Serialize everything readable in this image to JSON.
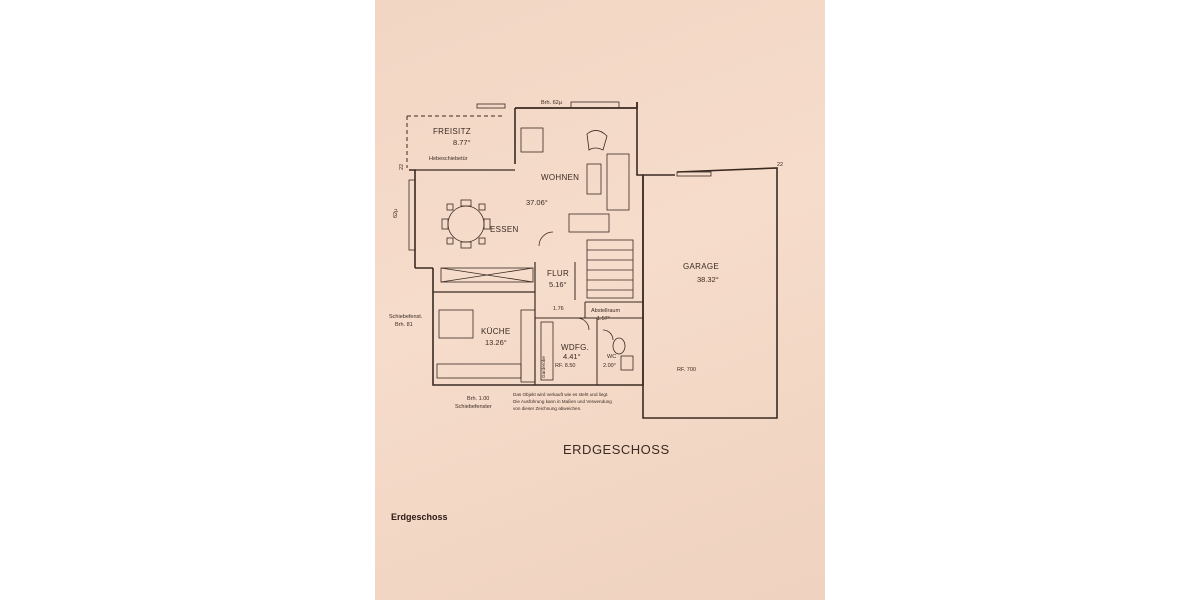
{
  "plan": {
    "heading_handwritten": "ERDGESCHOSS",
    "caption": "Erdgeschoss",
    "rooms": {
      "freisitz": {
        "name": "FREISITZ",
        "area": "8.77°"
      },
      "wohnen": {
        "name": "WOHNEN",
        "area": "37.06°"
      },
      "essen": {
        "name": "ESSEN"
      },
      "flur": {
        "name": "FLUR",
        "area": "5.16°"
      },
      "kueche": {
        "name": "KÜCHE",
        "area": "13.26°"
      },
      "abstellraum": {
        "name": "Abstellraum",
        "area": "1.57°"
      },
      "wdfg": {
        "name": "WDFG.",
        "area": "4.41°"
      },
      "wc": {
        "name": "WC",
        "area": "2.00°"
      },
      "garage": {
        "name": "GARAGE",
        "area": "38.32°"
      }
    },
    "annotations": {
      "brh_top": "Brh. 62µ",
      "hebeschiebetuer": "Hebeschiebetür",
      "schiebefenst": "Schiebefenst.",
      "brh_81": "Brh. 81",
      "brh_100": "Brh. 1.00",
      "schiebefenster": "Schiebefenster",
      "dim_176": "1.76",
      "rf_850": "RF. 8.50",
      "rf_700": "RF. 700",
      "garderobe": "Garderobe",
      "side_22": "22",
      "side_625": "62µ",
      "garage_22": "22",
      "disclaimer_1": "Das Objekt wird verkauft wie es steht und liegt.",
      "disclaimer_2": "Die Ausführung kann in Maßen und Verwendung",
      "disclaimer_3": "von dieser Zeichnung abweichen."
    }
  },
  "colors": {
    "paper": "#f2d6c4",
    "ink": "#3a2a22"
  }
}
